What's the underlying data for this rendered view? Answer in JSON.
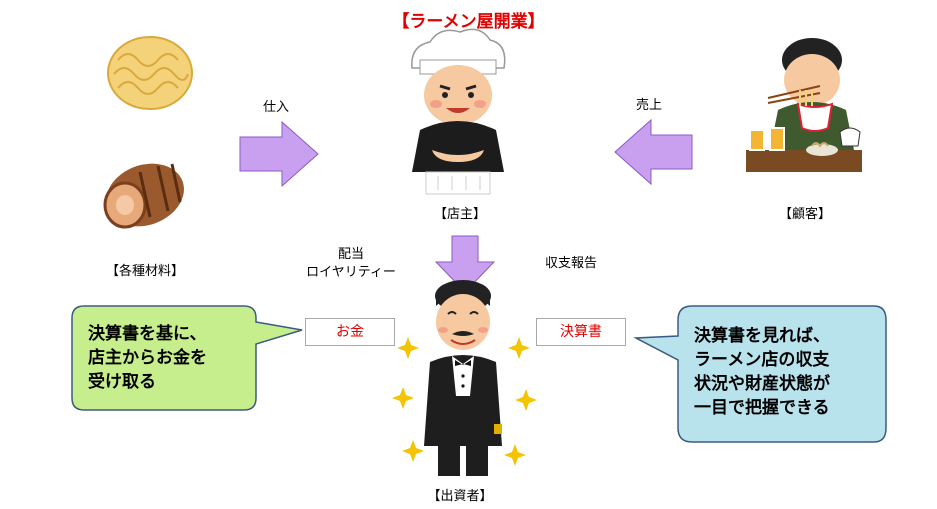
{
  "title": "【ラーメン屋開業】",
  "labels": {
    "materials": "【各種材料】",
    "owner": "【店主】",
    "customer": "【顧客】",
    "investor": "【出資者】"
  },
  "flows": {
    "purchase": "仕入",
    "sales": "売上",
    "dividend_line1": "配当",
    "dividend_line2": "ロイヤリティー",
    "report": "収支報告"
  },
  "boxes": {
    "money": "お金",
    "statement": "決算書"
  },
  "bubbles": {
    "left": [
      "決算書を基に、",
      "店主からお金を",
      "受け取る"
    ],
    "right": [
      "決算書を見れば、",
      "ラーメン店の収支",
      "状況や財産状態が",
      "一目で把握できる"
    ]
  },
  "colors": {
    "title": "#e00000",
    "arrow": "#c9a0f0",
    "bubble_left": "#c6ee8d",
    "bubble_right": "#b9e3ec"
  }
}
